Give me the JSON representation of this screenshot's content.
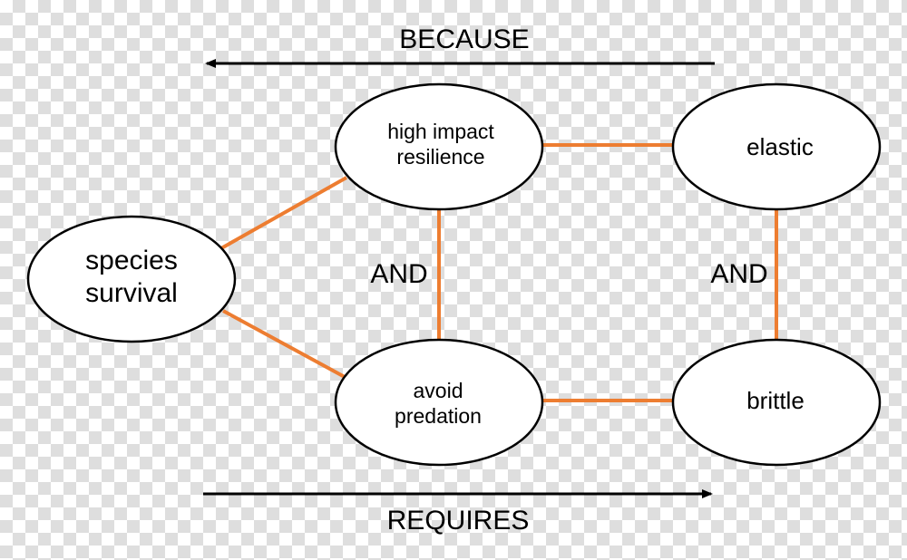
{
  "top_arrow": {
    "label": "BECAUSE",
    "direction": "left"
  },
  "bottom_arrow": {
    "label": "REQUIRES",
    "direction": "right"
  },
  "nodes": {
    "species_survival": {
      "line1": "species",
      "line2": "survival"
    },
    "high_impact_resilience": {
      "line1": "high impact",
      "line2": "resilience"
    },
    "avoid_predation": {
      "line1": "avoid",
      "line2": "predation"
    },
    "elastic": {
      "label": "elastic"
    },
    "brittle": {
      "label": "brittle"
    }
  },
  "and_labels": [
    "AND",
    "AND"
  ],
  "colors": {
    "connector": "#ed7d31",
    "outline": "#000000",
    "node_fill": "#ffffff"
  }
}
